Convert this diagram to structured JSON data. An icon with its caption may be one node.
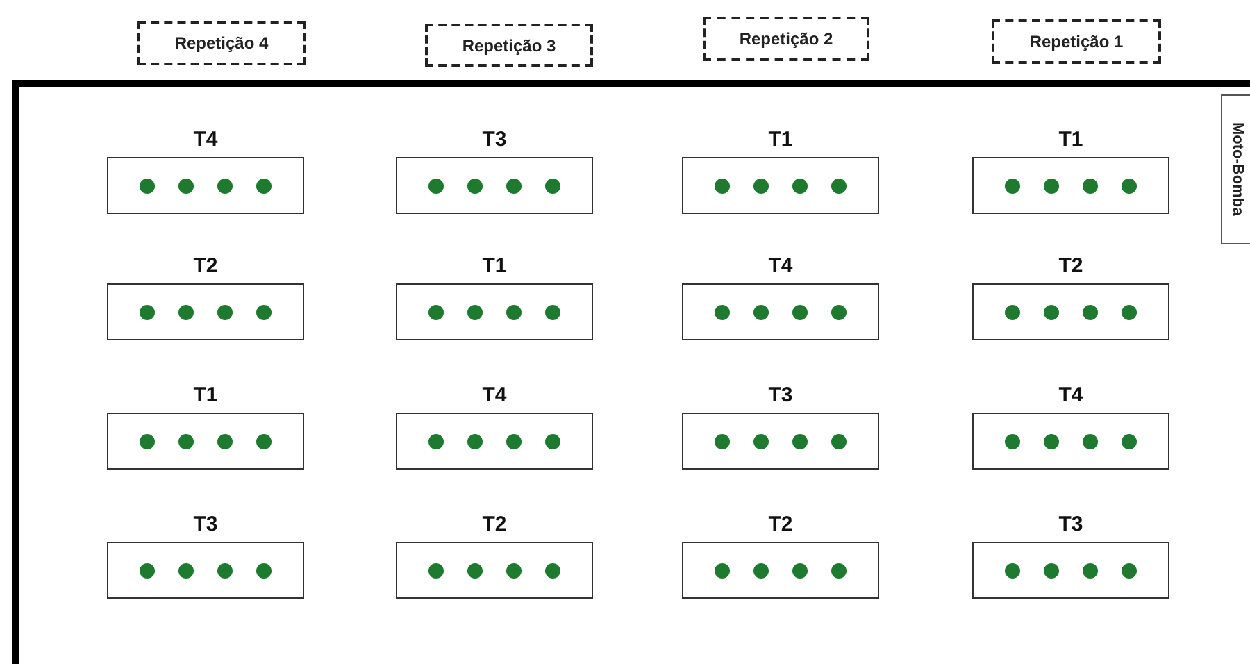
{
  "diagram": {
    "nodes": [
      {
        "text": [
          "Repetição 4"
        ]
      },
      {
        "text": [
          "Repetição 3"
        ]
      },
      {
        "text": [
          "Repetição 2"
        ]
      },
      {
        "text": [
          "Repetição 1"
        ]
      },
      {
        "text": [
          "T4"
        ]
      },
      {
        "text": [
          "T3"
        ]
      },
      {
        "text": [
          "T1"
        ]
      },
      {
        "text": [
          "T1"
        ]
      },
      {
        "text": [
          "T2"
        ]
      },
      {
        "text": [
          "T1"
        ]
      },
      {
        "text": [
          "T4"
        ]
      },
      {
        "text": [
          "T2"
        ]
      },
      {
        "text": [
          "T1"
        ]
      },
      {
        "text": [
          "T4"
        ]
      },
      {
        "text": [
          "T3"
        ]
      },
      {
        "text": [
          "T4"
        ]
      },
      {
        "text": [
          "T3"
        ]
      },
      {
        "text": [
          "T2"
        ]
      },
      {
        "text": [
          "T2"
        ]
      },
      {
        "text": [
          "T3"
        ]
      },
      {
        "text": [
          "Moto-Bomba"
        ]
      }
    ]
  }
}
